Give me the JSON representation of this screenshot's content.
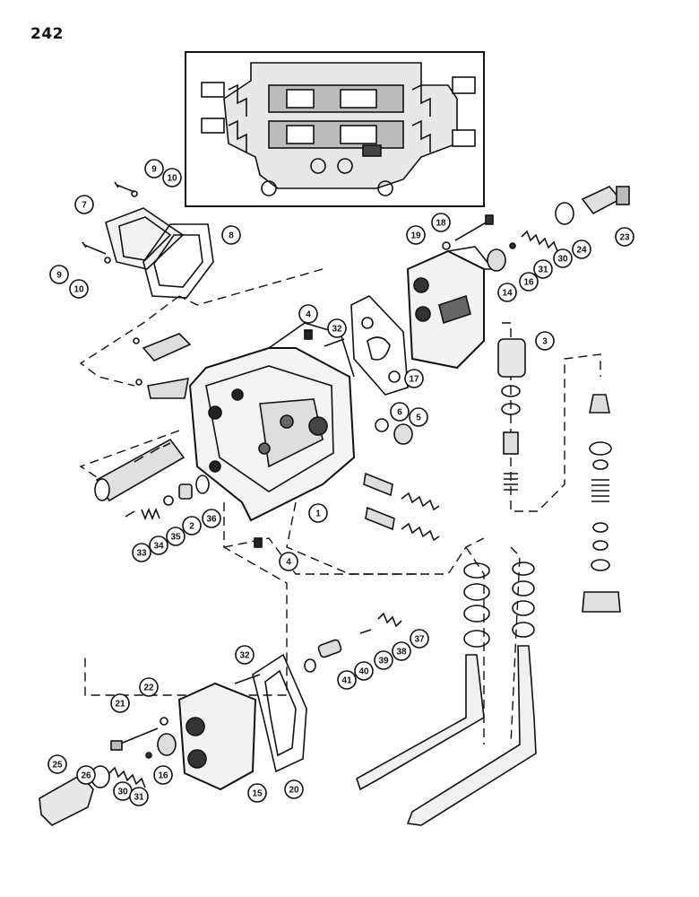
{
  "page_number": "242",
  "callouts": [
    {
      "id": "c1",
      "label": "1"
    },
    {
      "id": "c2",
      "label": "2"
    },
    {
      "id": "c3",
      "label": "3"
    },
    {
      "id": "c4a",
      "label": "4"
    },
    {
      "id": "c4b",
      "label": "4"
    },
    {
      "id": "c5",
      "label": "5"
    },
    {
      "id": "c6",
      "label": "6"
    },
    {
      "id": "c7",
      "label": "7"
    },
    {
      "id": "c8",
      "label": "8"
    },
    {
      "id": "c9a",
      "label": "9"
    },
    {
      "id": "c9b",
      "label": "9"
    },
    {
      "id": "c10a",
      "label": "10"
    },
    {
      "id": "c10b",
      "label": "10"
    },
    {
      "id": "c14",
      "label": "14"
    },
    {
      "id": "c15",
      "label": "15"
    },
    {
      "id": "c16a",
      "label": "16"
    },
    {
      "id": "c16b",
      "label": "16"
    },
    {
      "id": "c17",
      "label": "17"
    },
    {
      "id": "c18",
      "label": "18"
    },
    {
      "id": "c19",
      "label": "19"
    },
    {
      "id": "c20",
      "label": "20"
    },
    {
      "id": "c21",
      "label": "21"
    },
    {
      "id": "c22",
      "label": "22"
    },
    {
      "id": "c23",
      "label": "23"
    },
    {
      "id": "c24",
      "label": "24"
    },
    {
      "id": "c25",
      "label": "25"
    },
    {
      "id": "c26",
      "label": "26"
    },
    {
      "id": "c30a",
      "label": "30"
    },
    {
      "id": "c30b",
      "label": "30"
    },
    {
      "id": "c31a",
      "label": "31"
    },
    {
      "id": "c31b",
      "label": "31"
    },
    {
      "id": "c32a",
      "label": "32"
    },
    {
      "id": "c32b",
      "label": "32"
    },
    {
      "id": "c33",
      "label": "33"
    },
    {
      "id": "c34",
      "label": "34"
    },
    {
      "id": "c35",
      "label": "35"
    },
    {
      "id": "c36",
      "label": "36"
    },
    {
      "id": "c37",
      "label": "37"
    },
    {
      "id": "c38",
      "label": "38"
    },
    {
      "id": "c39",
      "label": "39"
    },
    {
      "id": "c40",
      "label": "40"
    },
    {
      "id": "c41",
      "label": "41"
    }
  ]
}
